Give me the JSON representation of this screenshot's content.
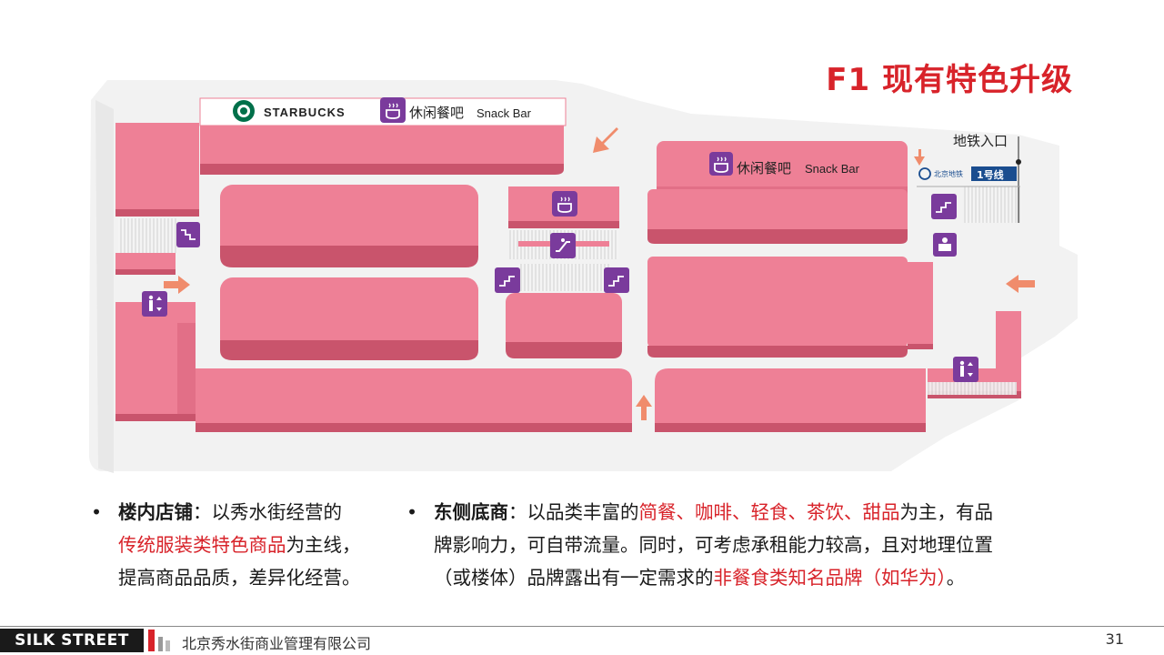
{
  "header": {
    "title": "F1 现有特色升级"
  },
  "map": {
    "labels": {
      "starbucks": "STARBUCKS",
      "snack_bar_1_cn": "休闲餐吧",
      "snack_bar_1_en": "Snack Bar",
      "snack_bar_2_cn": "休闲餐吧",
      "snack_bar_2_en": "Snack Bar",
      "subway_entrance": "地铁入口",
      "subway_logo_text": "北京地铁",
      "subway_line": "1号线"
    },
    "icons": [
      "starbucks-logo",
      "coffee-cup-icon",
      "escalator-icon",
      "stairs-icon",
      "elevator-icon",
      "restroom-icon",
      "arrow-icon",
      "subway-logo"
    ],
    "colors": {
      "shop_fill": "#ee8096",
      "shop_shade": "#c9546c",
      "floor": "#f2f2f2",
      "icon": "#7a3b9c",
      "arrow": "#f08c6c"
    }
  },
  "bullets": {
    "left": {
      "title": "楼内店铺",
      "sep": "：",
      "text1": "以秀水街经营的",
      "highlight": "传统服装类特色商品",
      "text2": "为主线，",
      "text3": "提高商品品质，差异化经营。"
    },
    "right": {
      "title": "东侧底商",
      "sep": "：",
      "text1": "以品类丰富的",
      "highlight1": "简餐、咖啡、轻食、茶饮、甜品",
      "text2": "为主，有品",
      "text3": "牌影响力，可自带流量。同时，可考虑承租能力较高，且对地理位置",
      "text4": "（或楼体）品牌露出有一定需求的",
      "highlight2": "非餐食类知名品牌（如华为）",
      "text5": "。"
    }
  },
  "footer": {
    "brand": "SILK STREET",
    "company": "北京秀水街商业管理有限公司",
    "page_number": "31"
  }
}
